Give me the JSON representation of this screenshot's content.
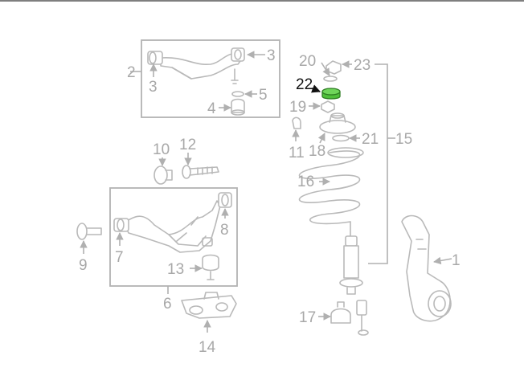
{
  "diagram": {
    "top_rule_color": "#555555",
    "label_color": "#a8a8a8",
    "highlight_color": "#4fbf3a",
    "callouts": {
      "c1": "1",
      "c2": "2",
      "c3a": "3",
      "c3b": "3",
      "c4": "4",
      "c5": "5",
      "c6": "6",
      "c7": "7",
      "c8": "8",
      "c9": "9",
      "c10": "10",
      "c11": "11",
      "c12": "12",
      "c13": "13",
      "c14": "14",
      "c15": "15",
      "c16": "16",
      "c17": "17",
      "c18": "18",
      "c19": "19",
      "c20": "20",
      "c21": "21",
      "c22": "22",
      "c23": "23"
    },
    "highlighted_part": "22"
  }
}
